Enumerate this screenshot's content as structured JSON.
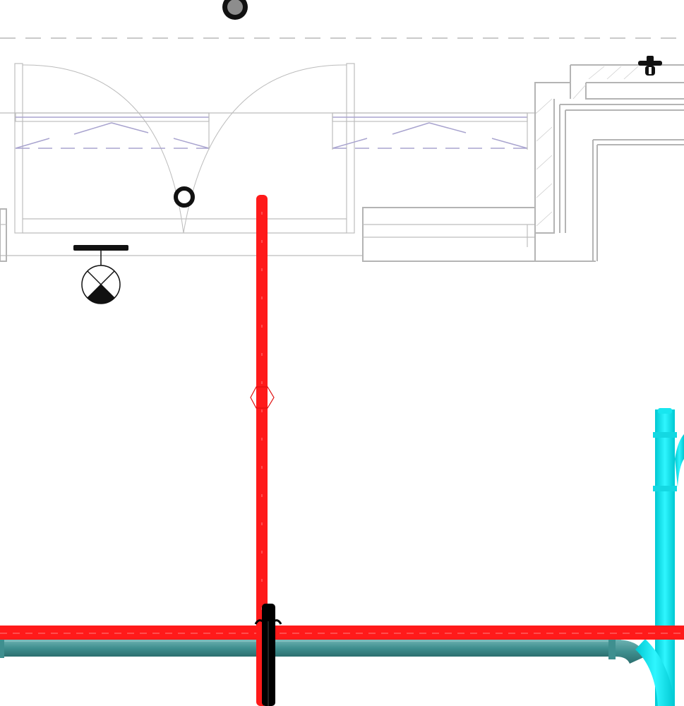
{
  "view": {
    "background": "#ffffff"
  },
  "colors": {
    "architecture": "#b4b4b4",
    "window_marks": "#a9a4cf",
    "pipe_red": "#ff0000",
    "pipe_cyan": "#00e8f0",
    "pipe_teal": "#3f8f8f",
    "pipe_black": "#000000"
  },
  "icons": {
    "top_marker": "grey-filled-circle",
    "door_node": "ring-node",
    "wall_fixture": "ceiling-light-fixture",
    "sprinkler": "sprinkler-head"
  }
}
